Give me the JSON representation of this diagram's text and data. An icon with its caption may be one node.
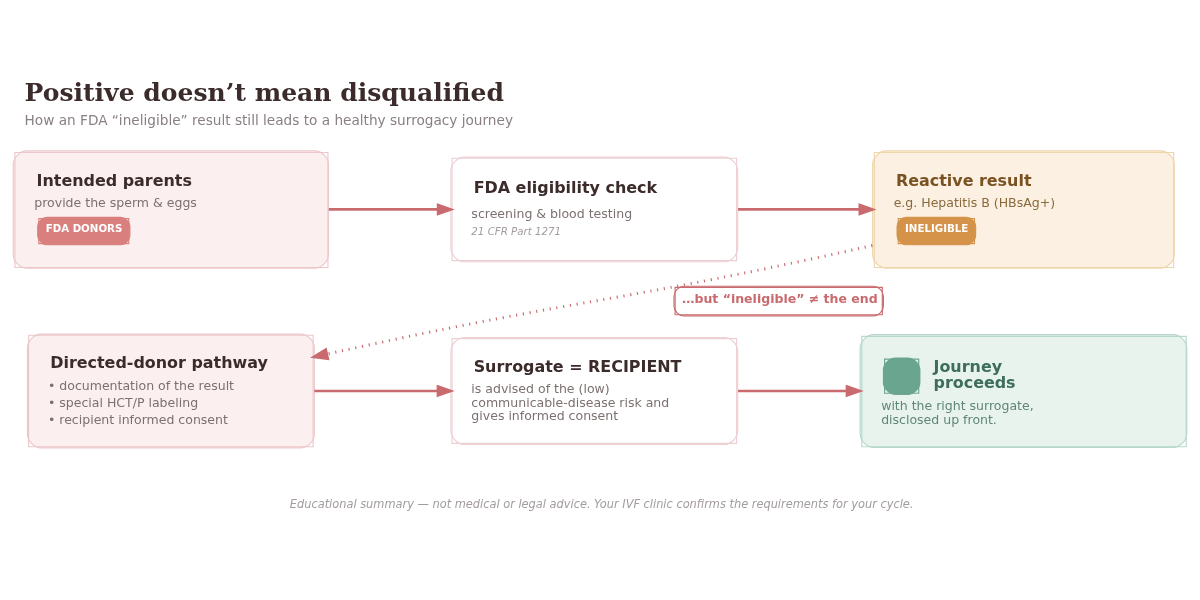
{
  "diagram": {
    "title": "Positive doesn’t mean disqualified",
    "caption": "How an FDA “ineligible” result still leads to a healthy surrogacy journey",
    "nodes": [
      {
        "text": [
          "Intended parents",
          "provide the sperm & eggs",
          "FDA DONORS"
        ]
      },
      {
        "text": [
          "FDA eligibility check",
          "screening & blood testing",
          "21 CFR Part 1271"
        ]
      },
      {
        "text": [
          "Reactive result",
          "e.g. Hepatitis B (HBsAg+)",
          "INELIGIBLE"
        ]
      },
      {
        "text": [
          "Directed-donor pathway",
          "• documentation of the result",
          "• special HCT/P labeling",
          "• recipient informed consent"
        ]
      },
      {
        "text": [
          "Surrogate = RECIPIENT",
          "is advised of the (low) communicable-disease risk and gives informed consent"
        ]
      },
      {
        "text": [
          "Journey proceeds",
          "with the right surrogate, disclosed up front."
        ]
      }
    ],
    "edges": [
      {
        "from": 0,
        "to": 1,
        "arrow": "to"
      },
      {
        "from": 1,
        "to": 2,
        "arrow": "to"
      },
      {
        "from": 2,
        "to": 3,
        "arrow": "to",
        "label": "…but “ineligible” ≠ the end",
        "style": "dashed"
      },
      {
        "from": 3,
        "to": 4,
        "arrow": "to"
      },
      {
        "from": 4,
        "to": 5,
        "arrow": "to"
      }
    ],
    "labels": [
      "Educational summary — not medical or legal advice. Your IVF clinic confirms the requirements for your cycle."
    ]
  }
}
